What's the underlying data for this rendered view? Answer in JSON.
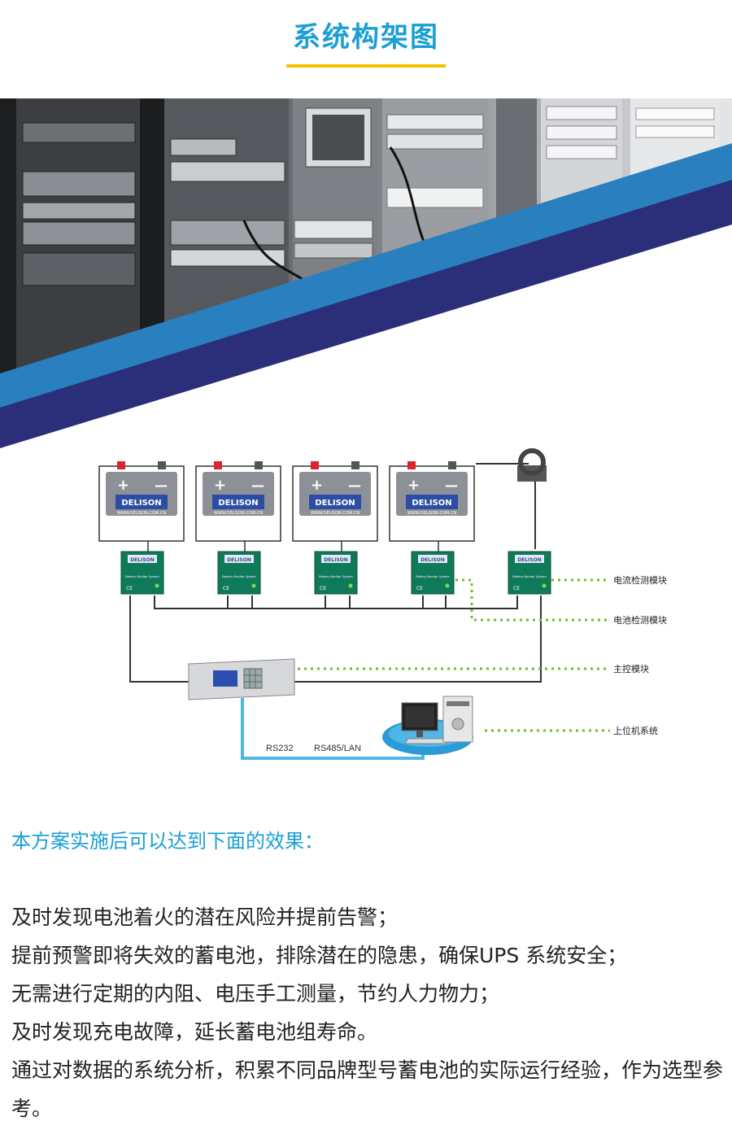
{
  "page": {
    "title": "系统构架图",
    "colors": {
      "title": "#1a9fd6",
      "underline": "#f2c200",
      "band_light": "#2a7fbf",
      "band_dark": "#2b2e78",
      "module_green": "#0f7a5a",
      "dotted_line": "#6fbf2a",
      "rs_cable": "#4fb7e6"
    }
  },
  "diagram": {
    "battery_brand": "DELISON",
    "battery_url": "WWW.DELISON.COM.CN",
    "battery_plus": "+",
    "battery_minus": "—",
    "module_brand": "DELISON",
    "module_caption": "Battery Monitor System",
    "ce_mark": "CE",
    "labels": {
      "current_module": "电流检测模块",
      "battery_module": "电池检测模块",
      "master_module": "主控模块",
      "host_system": "上位机系统"
    },
    "interfaces": {
      "rs232": "RS232",
      "rs485": "RS485/LAN"
    }
  },
  "effects": {
    "heading": "本方案实施后可以达到下面的效果：",
    "items": [
      "及时发现电池着火的潜在风险并提前告警；",
      "提前预警即将失效的蓄电池，排除潜在的隐患，确保UPS 系统安全；",
      "无需进行定期的内阻、电压手工测量，节约人力物力；",
      "及时发现充电故障，延长蓄电池组寿命。",
      "通过对数据的系统分析，积累不同品牌型号蓄电池的实际运行经验，作为选型参考。"
    ]
  }
}
